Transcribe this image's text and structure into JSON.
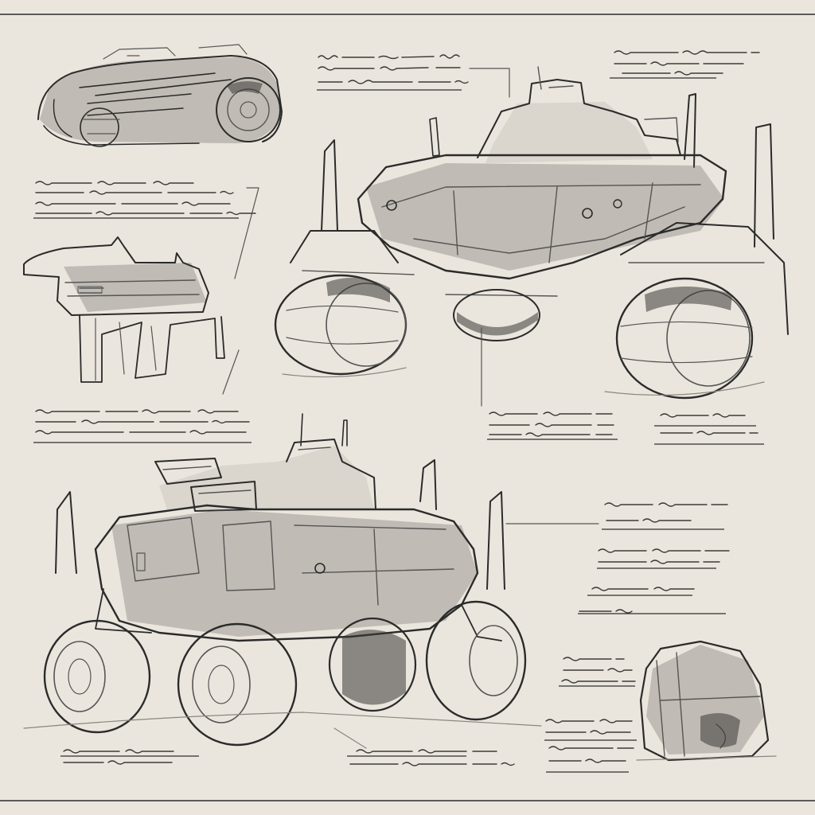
{
  "sheet": {
    "background": "#ebe6dd",
    "ink": "#2b2b2b"
  },
  "sketches": [
    {
      "name": "side-profile-vehicle"
    },
    {
      "name": "turret-module-side"
    },
    {
      "name": "hero-front-three-quarter"
    },
    {
      "name": "hero-rear-three-quarter"
    },
    {
      "name": "wheel-pod-detail"
    }
  ],
  "annotation_blocks": [
    {
      "name": "note-top-center",
      "lines": 3
    },
    {
      "name": "note-top-right",
      "lines": 2
    },
    {
      "name": "note-left-upper",
      "lines": 4
    },
    {
      "name": "note-left-middle",
      "lines": 3
    },
    {
      "name": "note-center-right",
      "lines": 2
    },
    {
      "name": "note-far-right",
      "lines": 2
    },
    {
      "name": "note-right-stack",
      "lines": 6
    },
    {
      "name": "note-wheel-pod",
      "lines": 3
    },
    {
      "name": "note-bottom-right",
      "lines": 4
    },
    {
      "name": "note-bottom-center",
      "lines": 2
    },
    {
      "name": "note-bottom-left",
      "lines": 2
    }
  ]
}
